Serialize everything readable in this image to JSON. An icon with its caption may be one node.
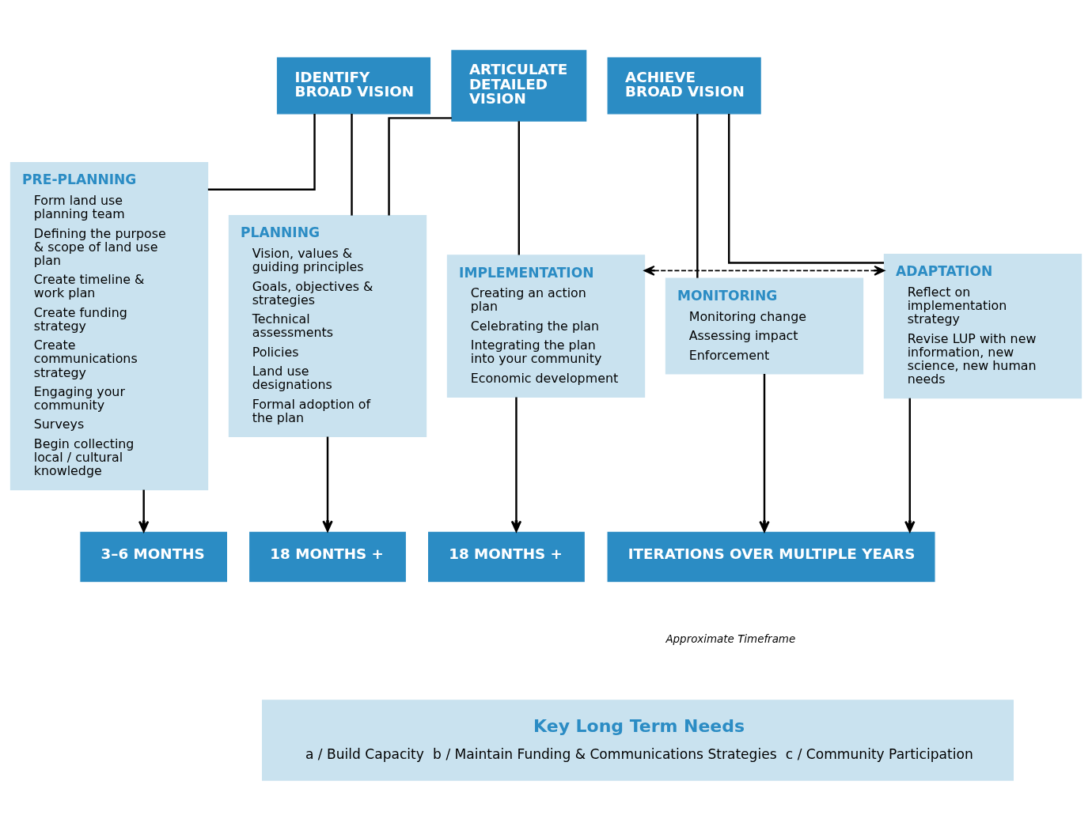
{
  "diagram": {
    "nodes": [
      {
        "text": [
          "IDENTIFY BROAD VISION"
        ]
      },
      {
        "text": [
          "ARTICULATE DETAILED VISION"
        ]
      },
      {
        "text": [
          "ACHIEVE BROAD VISION"
        ]
      },
      {
        "text": [
          "PRE-PLANNING",
          "Form land use planning team",
          "Defining the purpose & scope of land use plan",
          "Create timeline & work plan",
          "Create funding strategy",
          "Create communications strategy",
          "Engaging your community",
          "Surveys",
          "Begin collecting local / cultural knowledge"
        ]
      },
      {
        "text": [
          "PLANNING",
          "Vision, values & guiding principles",
          "Goals, objectives & strategies",
          "Technical assessments",
          "Policies",
          "Land use designations",
          "Formal adoption of the plan"
        ]
      },
      {
        "text": [
          "IMPLEMENTATION",
          "Creating an action plan",
          "Celebrating the plan",
          "Integrating the plan into your community",
          "Economic development"
        ]
      },
      {
        "text": [
          "MONITORING",
          "Monitoring change",
          "Assessing impact",
          "Enforcement"
        ]
      },
      {
        "text": [
          "ADAPTATION",
          "Reflect on implementation strategy",
          "Revise LUP with new information, new science, new human needs"
        ]
      },
      {
        "text": [
          "3–6 MONTHS"
        ]
      },
      {
        "text": [
          "18 MONTHS +"
        ]
      },
      {
        "text": [
          "18 MONTHS +"
        ]
      },
      {
        "text": [
          "ITERATIONS OVER MULTIPLE YEARS"
        ]
      },
      {
        "text": [
          "Key Long Term Needs",
          "a / Build Capacity",
          "b / Maintain Funding & Communications Strategies",
          "c / Community Participation"
        ]
      }
    ],
    "edges": [
      {
        "from": 0,
        "to": 3,
        "arrow": "none"
      },
      {
        "from": 0,
        "to": 4,
        "arrow": "none"
      },
      {
        "from": 1,
        "to": 4,
        "arrow": "none"
      },
      {
        "from": 1,
        "to": 5,
        "arrow": "none"
      },
      {
        "from": 2,
        "to": 6,
        "arrow": "none"
      },
      {
        "from": 2,
        "to": 7,
        "arrow": "none"
      },
      {
        "from": 5,
        "to": 7,
        "arrow": "both",
        "style": "dashed"
      },
      {
        "from": 3,
        "to": 8,
        "arrow": "to"
      },
      {
        "from": 4,
        "to": 9,
        "arrow": "to"
      },
      {
        "from": 5,
        "to": 10,
        "arrow": "to"
      },
      {
        "from": 6,
        "to": 11,
        "arrow": "to"
      },
      {
        "from": 7,
        "to": 11,
        "arrow": "to"
      }
    ],
    "labels": [
      "Approximate Timeframe"
    ]
  }
}
